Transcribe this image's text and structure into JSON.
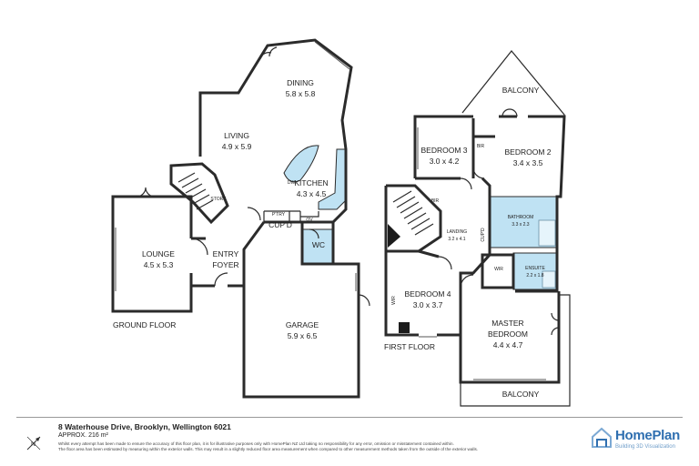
{
  "rooms": {
    "dining": {
      "name": "DINING",
      "dims": "5.8 x 5.8"
    },
    "living": {
      "name": "LIVING",
      "dims": "4.9 x 5.9"
    },
    "kitchen": {
      "name": "KITCHEN",
      "dims": "4.3 x 4.5"
    },
    "lounge": {
      "name": "LOUNGE",
      "dims": "4.5 x 5.3"
    },
    "entry": {
      "name1": "ENTRY",
      "name2": "FOYER"
    },
    "garage": {
      "name": "GARAGE",
      "dims": "5.9 x 6.5"
    },
    "wc": {
      "name": "WC"
    },
    "cupd_ground": {
      "name": "CUP'D"
    },
    "ptry": {
      "name": "P'TRY"
    },
    "ov": {
      "name": "OV"
    },
    "store": {
      "name": "STORE"
    },
    "dw": {
      "name": "DW"
    },
    "balcony_top": {
      "name": "BALCONY"
    },
    "bedroom3": {
      "name": "BEDROOM 3",
      "dims": "3.0 x 4.2"
    },
    "bedroom2": {
      "name": "BEDROOM 2",
      "dims": "3.4 x 3.5"
    },
    "bir_a": {
      "name": "BIR"
    },
    "bir_b": {
      "name": "BIR"
    },
    "bathroom": {
      "name": "BATHROOM",
      "dims": "3.3 x 2.3"
    },
    "landing": {
      "name": "LANDING",
      "dims": "3.2 x 4.1"
    },
    "cupd_first": {
      "name": "CUP'D"
    },
    "wir_a": {
      "name": "WIR"
    },
    "wir_b": {
      "name": "WIR"
    },
    "ensuite": {
      "name": "ENSUITE",
      "dims": "2.2 x 1.8"
    },
    "bedroom4": {
      "name": "BEDROOM 4",
      "dims": "3.0 x 3.7"
    },
    "master": {
      "name1": "MASTER",
      "name2": "BEDROOM",
      "dims": "4.4 x 4.7"
    },
    "balcony_bottom": {
      "name": "BALCONY"
    }
  },
  "floors": {
    "ground": "GROUND FLOOR",
    "first": "FIRST FLOOR"
  },
  "footer": {
    "address": "8 Waterhouse Drive, Brooklyn, Wellington 6021",
    "area": "APPROX. 216 m²",
    "disclaimer_1": "Whilst every attempt has been made to ensure the accuracy of this floor plan, it is for illustrative purposes only with HomePlan NZ Ltd taking no responsibility for any error, omission or misstatement contained within.",
    "disclaimer_2": "The floor area has been estimated by measuring within the exterior walls. This may result in a slightly reduced floor area measurement when compared to other measurement methods taken from the outside of the exterior walls.",
    "compass_letter": "N"
  },
  "brand": {
    "name": "HomePlan",
    "tagline": "Building 3D Visualization",
    "color": "#2f6fb0"
  },
  "colors": {
    "wet_area": "#bfe2f3",
    "walls": "#2b2b2b"
  }
}
